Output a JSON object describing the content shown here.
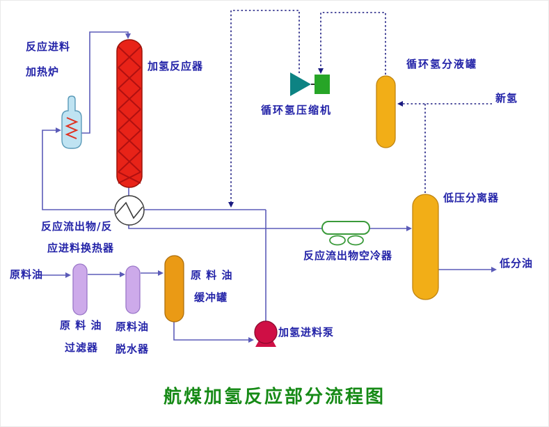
{
  "title": "航煤加氢反应部分流程图",
  "labels": {
    "furnace1": "反应进料",
    "furnace2": "加热炉",
    "reactor": "加氢反应器",
    "compressor": "循环氢压缩机",
    "recycle_drum": "循环氢分液罐",
    "fresh_h2": "新氢",
    "lp_separator": "低压分离器",
    "lp_oil": "低分油",
    "exchanger1": "反应流出物/反",
    "exchanger2": "应进料换热器",
    "feed_oil": "原料油",
    "filter1": "原 料 油",
    "filter2": "过滤器",
    "dehydrator1": "原料油",
    "dehydrator2": "脱水器",
    "buffer1": "原 料 油",
    "buffer2": "缓冲罐",
    "air_cooler": "反应流出物空冷器",
    "feed_pump": "加氢进料泵"
  },
  "colors": {
    "label_text": "#2323a8",
    "title_text": "#168a16",
    "solid_line": "#5b5bb8",
    "dotted_line": "#1a1a80",
    "reactor_red": "#e82318",
    "reactor_lattice": "#b01010",
    "vessel_yellow": "#f2ae17",
    "vessel_purple": "#cdaaea",
    "buffer_orange": "#ea9a15",
    "furnace_blue": "#bfe3f2",
    "furnace_coil_red": "#e03020",
    "compressor_teal": "#0d8383",
    "motor_green": "#27a527",
    "pump_red": "#cf0f45",
    "cooler_green": "#3a9a3a"
  }
}
